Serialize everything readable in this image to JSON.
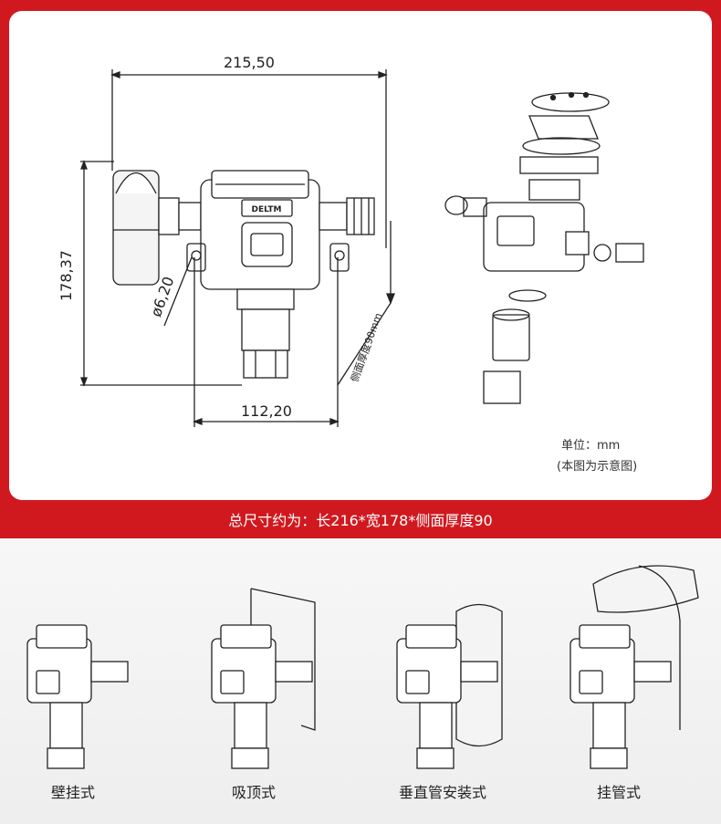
{
  "dimensions": {
    "width": "215,50",
    "height": "178,37",
    "hole": "ø6,20",
    "mount_spacing": "112,20",
    "side_thickness": "侧面厚度90mm"
  },
  "device": {
    "brand": "DELTM"
  },
  "notes": {
    "unit": "单位：mm",
    "schematic": "(本图为示意图)"
  },
  "caption": "总尺寸约为：长216*宽178*侧面厚度90",
  "mounting_methods": [
    {
      "label": "壁挂式"
    },
    {
      "label": "吸顶式"
    },
    {
      "label": "垂直管安装式"
    },
    {
      "label": "挂管式"
    }
  ],
  "colors": {
    "band": "#d0191f",
    "line": "#222222"
  }
}
